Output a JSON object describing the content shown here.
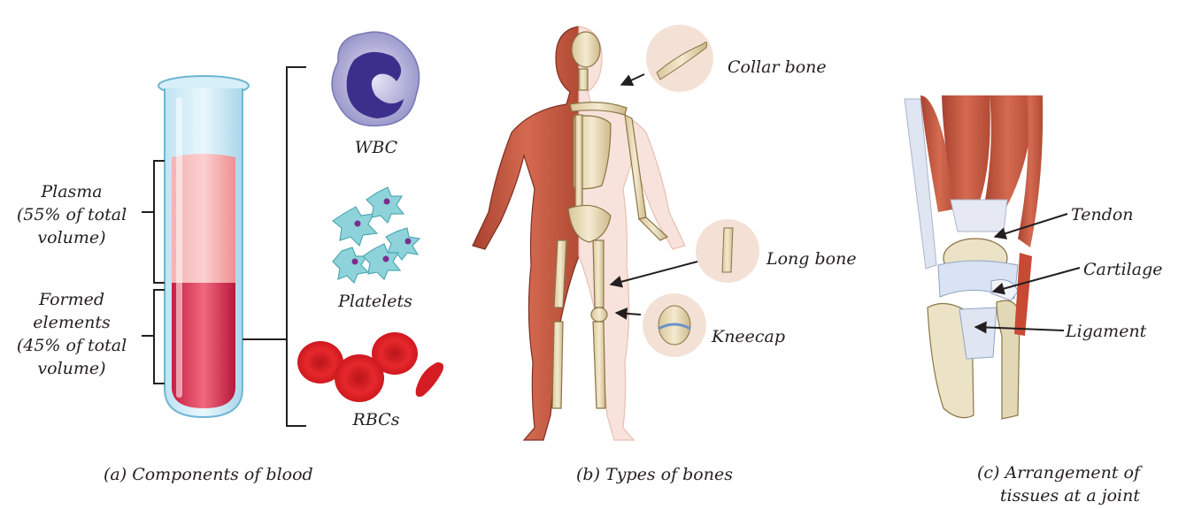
{
  "panel_a": {
    "plasma_label": [
      "Plasma",
      "(55% of total",
      "volume)"
    ],
    "formed_label": [
      "Formed",
      "elements",
      "(45% of total",
      "volume)"
    ],
    "wbc_label": "WBC",
    "platelets_label": "Platelets",
    "rbc_label": "RBCs",
    "caption": "(a) Components of blood",
    "plasma_color": "#f3a0a4",
    "formed_color": "#d42a4a"
  },
  "panel_b": {
    "collar_label": "Collar bone",
    "long_label": "Long bone",
    "knee_label": "Kneecap",
    "caption": "(b) Types of bones",
    "muscle_color": "#c2553f",
    "bone_color": "#e8d9b0"
  },
  "panel_c": {
    "tendon_label": "Tendon",
    "cartilage_label": "Cartilage",
    "ligament_label": "Ligament",
    "caption_lines": [
      "(c) Arrangement of",
      "tissues at a joint"
    ]
  }
}
